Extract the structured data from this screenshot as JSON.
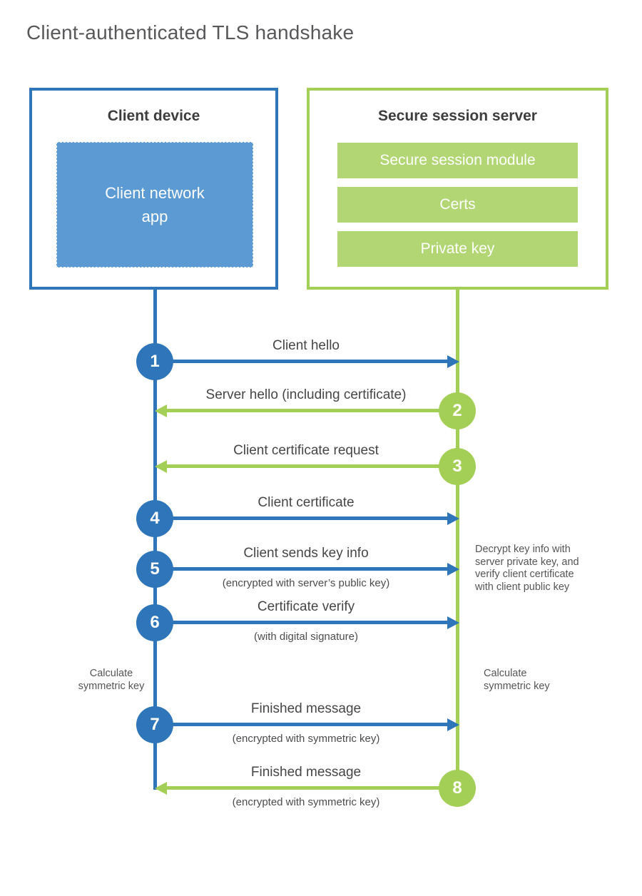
{
  "title": "Client-authenticated TLS handshake",
  "colors": {
    "blue": "#2e76b9",
    "blue_fill": "#5b9ad2",
    "green": "#a4cf56",
    "green_fill": "#b2d674",
    "text": "#464646"
  },
  "client_box": {
    "title": "Client device",
    "module": "Client network\napp"
  },
  "server_box": {
    "title": "Secure session server",
    "modules": [
      "Secure session module",
      "Certs",
      "Private key"
    ]
  },
  "steps": [
    {
      "num": "1",
      "label": "Client hello",
      "sub": "",
      "from": "client",
      "direction": "right"
    },
    {
      "num": "2",
      "label": "Server hello (including certificate)",
      "sub": "",
      "from": "server",
      "direction": "left"
    },
    {
      "num": "3",
      "label": "Client certificate request",
      "sub": "",
      "from": "server",
      "direction": "left"
    },
    {
      "num": "4",
      "label": "Client certificate",
      "sub": "",
      "from": "client",
      "direction": "right"
    },
    {
      "num": "5",
      "label": "Client sends key info",
      "sub": "(encrypted with server’s public key)",
      "from": "client",
      "direction": "right"
    },
    {
      "num": "6",
      "label": "Certificate verify",
      "sub": "(with digital signature)",
      "from": "client",
      "direction": "right"
    },
    {
      "num": "7",
      "label": "Finished message",
      "sub": "(encrypted with symmetric key)",
      "from": "client",
      "direction": "right"
    },
    {
      "num": "8",
      "label": "Finished message",
      "sub": "(encrypted with symmetric key)",
      "from": "server",
      "direction": "left"
    }
  ],
  "annotations": {
    "decrypt_note": "Decrypt key info with\nserver private key, and\nverify client certificate\nwith client public key",
    "calc_left": "Calculate\nsymmetric key",
    "calc_right": "Calculate\nsymmetric key"
  }
}
